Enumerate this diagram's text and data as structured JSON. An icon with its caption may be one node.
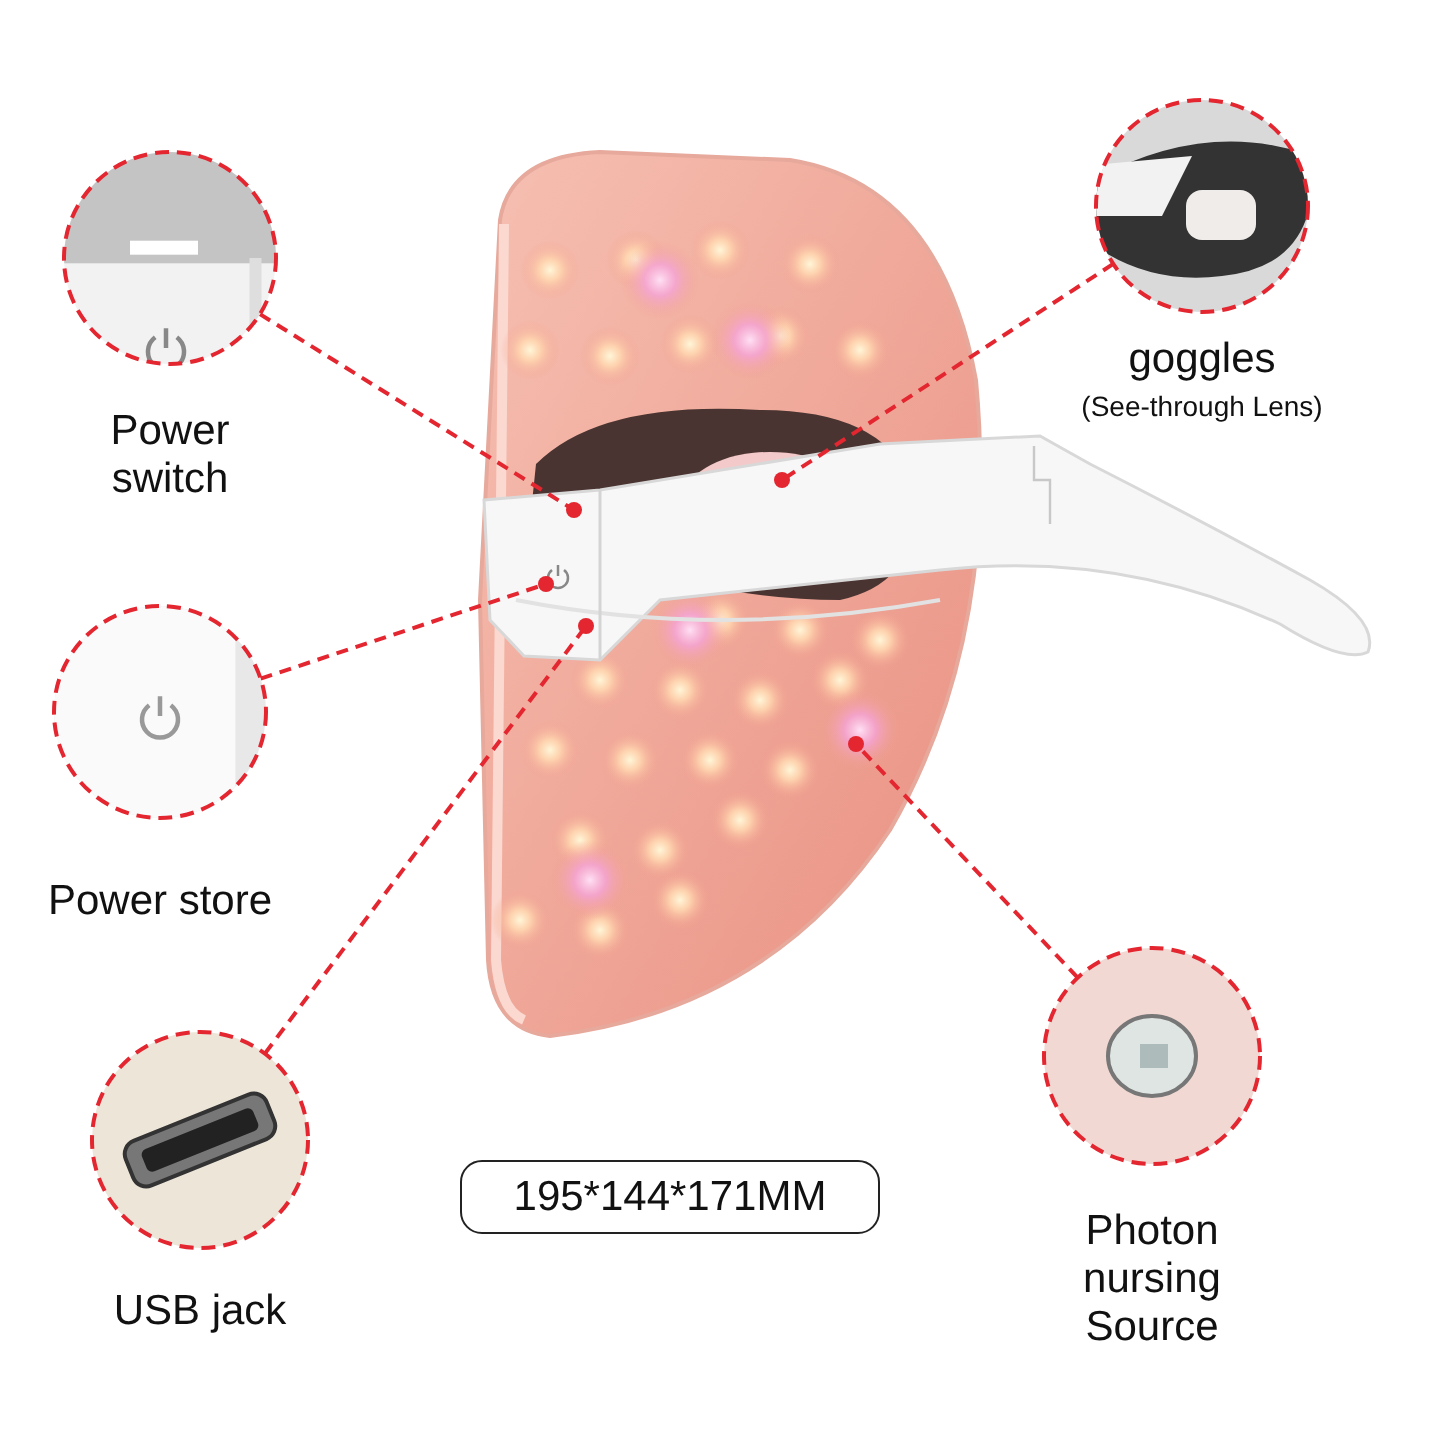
{
  "diagram": {
    "nodes": [
      {
        "text": [
          "Power switch"
        ]
      },
      {
        "text": [
          "Power store"
        ]
      },
      {
        "text": [
          "USB jack"
        ]
      },
      {
        "text": [
          "goggles",
          "(See-through Lens)"
        ]
      },
      {
        "text": [
          "Photon nursing Source"
        ]
      },
      {
        "text": [
          "195*144*171MM"
        ]
      }
    ],
    "edges": [
      {
        "from": 0,
        "to": null,
        "arrow": "other",
        "style": "dashed"
      },
      {
        "from": 1,
        "to": null,
        "arrow": "other",
        "style": "dashed"
      },
      {
        "from": 2,
        "to": null,
        "arrow": "other",
        "style": "dashed"
      },
      {
        "from": 3,
        "to": null,
        "arrow": "other",
        "style": "dashed"
      },
      {
        "from": 4,
        "to": null,
        "arrow": "other",
        "style": "dashed"
      }
    ]
  }
}
